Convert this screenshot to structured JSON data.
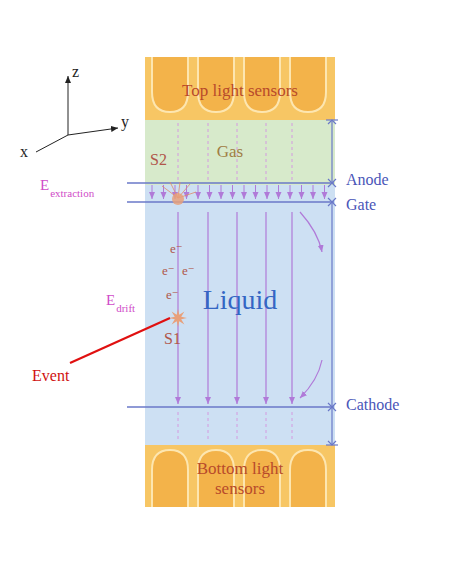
{
  "diagram": {
    "nodes": [
      {
        "text": [
          "Top light sensors"
        ]
      },
      {
        "text": [
          "Gas"
        ]
      },
      {
        "text": [
          "Liquid"
        ]
      },
      {
        "text": [
          "Bottom light sensors"
        ]
      }
    ],
    "labels": [
      "x",
      "y",
      "z",
      "S2",
      "E",
      "extraction",
      "Anode",
      "Gate",
      "e⁻",
      "e⁻",
      "e⁻",
      "e⁻",
      "E",
      "drift",
      "S1",
      "Event",
      "Cathode"
    ]
  }
}
